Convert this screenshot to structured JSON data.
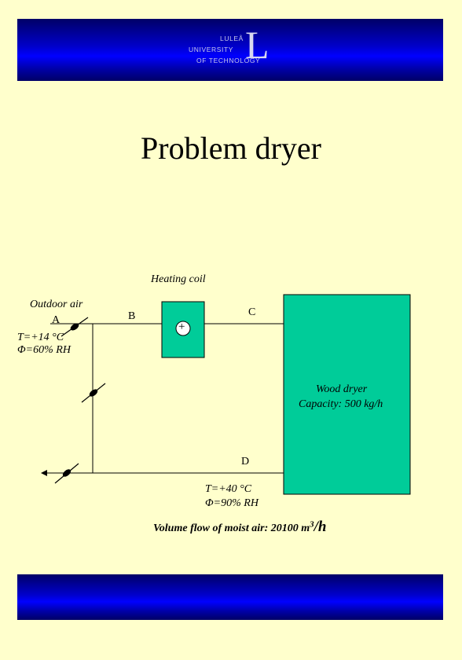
{
  "header": {
    "logo": {
      "line1": "LULEÅ",
      "line2": "UNIVERSITY",
      "line3": "OF TECHNOLOGY",
      "letter": "L"
    }
  },
  "title": "Problem dryer",
  "diagram": {
    "heating_coil_label": "Heating coil",
    "outdoor_air_label": "Outdoor air",
    "point_a": "A",
    "point_b": "B",
    "point_c": "C",
    "point_d": "D",
    "inlet_temp": "T=+14 °C",
    "inlet_rh": "Φ=60% RH",
    "coil_symbol": "+",
    "dryer_label": "Wood dryer",
    "dryer_capacity": "Capacity: 500 kg/h",
    "outlet_temp": "T=+40 °C",
    "outlet_rh": "Φ=90% RH",
    "volume_flow_text": "Volume flow of moist air: 20100 m",
    "volume_flow_exp": "3",
    "volume_flow_unit": "/h",
    "colors": {
      "coil_fill": "#00cc99",
      "dryer_fill": "#00cc99",
      "line": "#000000",
      "background": "#ffffcc"
    }
  }
}
